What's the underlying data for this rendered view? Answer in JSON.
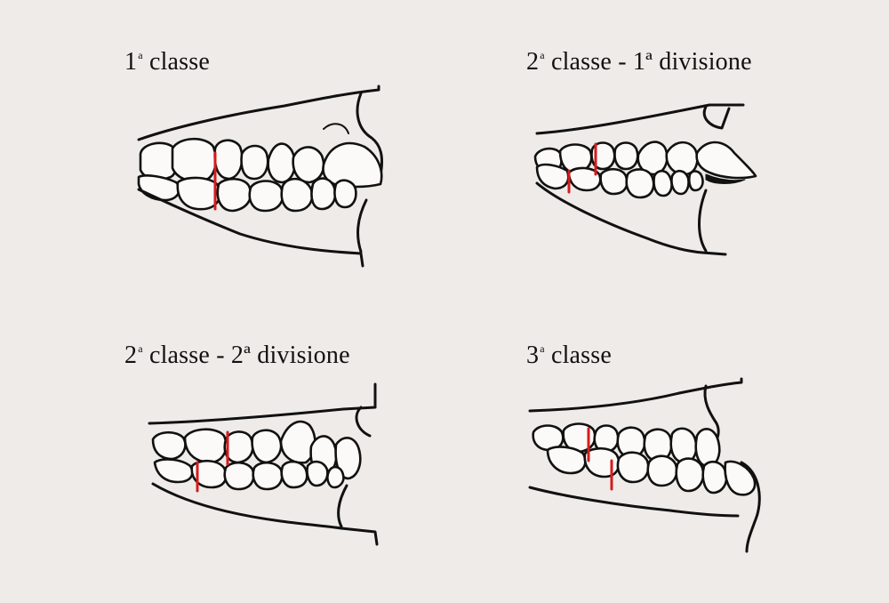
{
  "panels": [
    {
      "number": "1",
      "suffix": "a",
      "label": "classe",
      "division": ""
    },
    {
      "number": "2",
      "suffix": "a",
      "label": "classe",
      "division": "- 1ª divisione"
    },
    {
      "number": "2",
      "suffix": "a",
      "label": "classe",
      "division": "- 2ª divisione"
    },
    {
      "number": "3",
      "suffix": "a",
      "label": "classe",
      "division": ""
    }
  ],
  "colors": {
    "background": "#efebe8",
    "ink": "#111111",
    "marker": "#d51c1c"
  }
}
